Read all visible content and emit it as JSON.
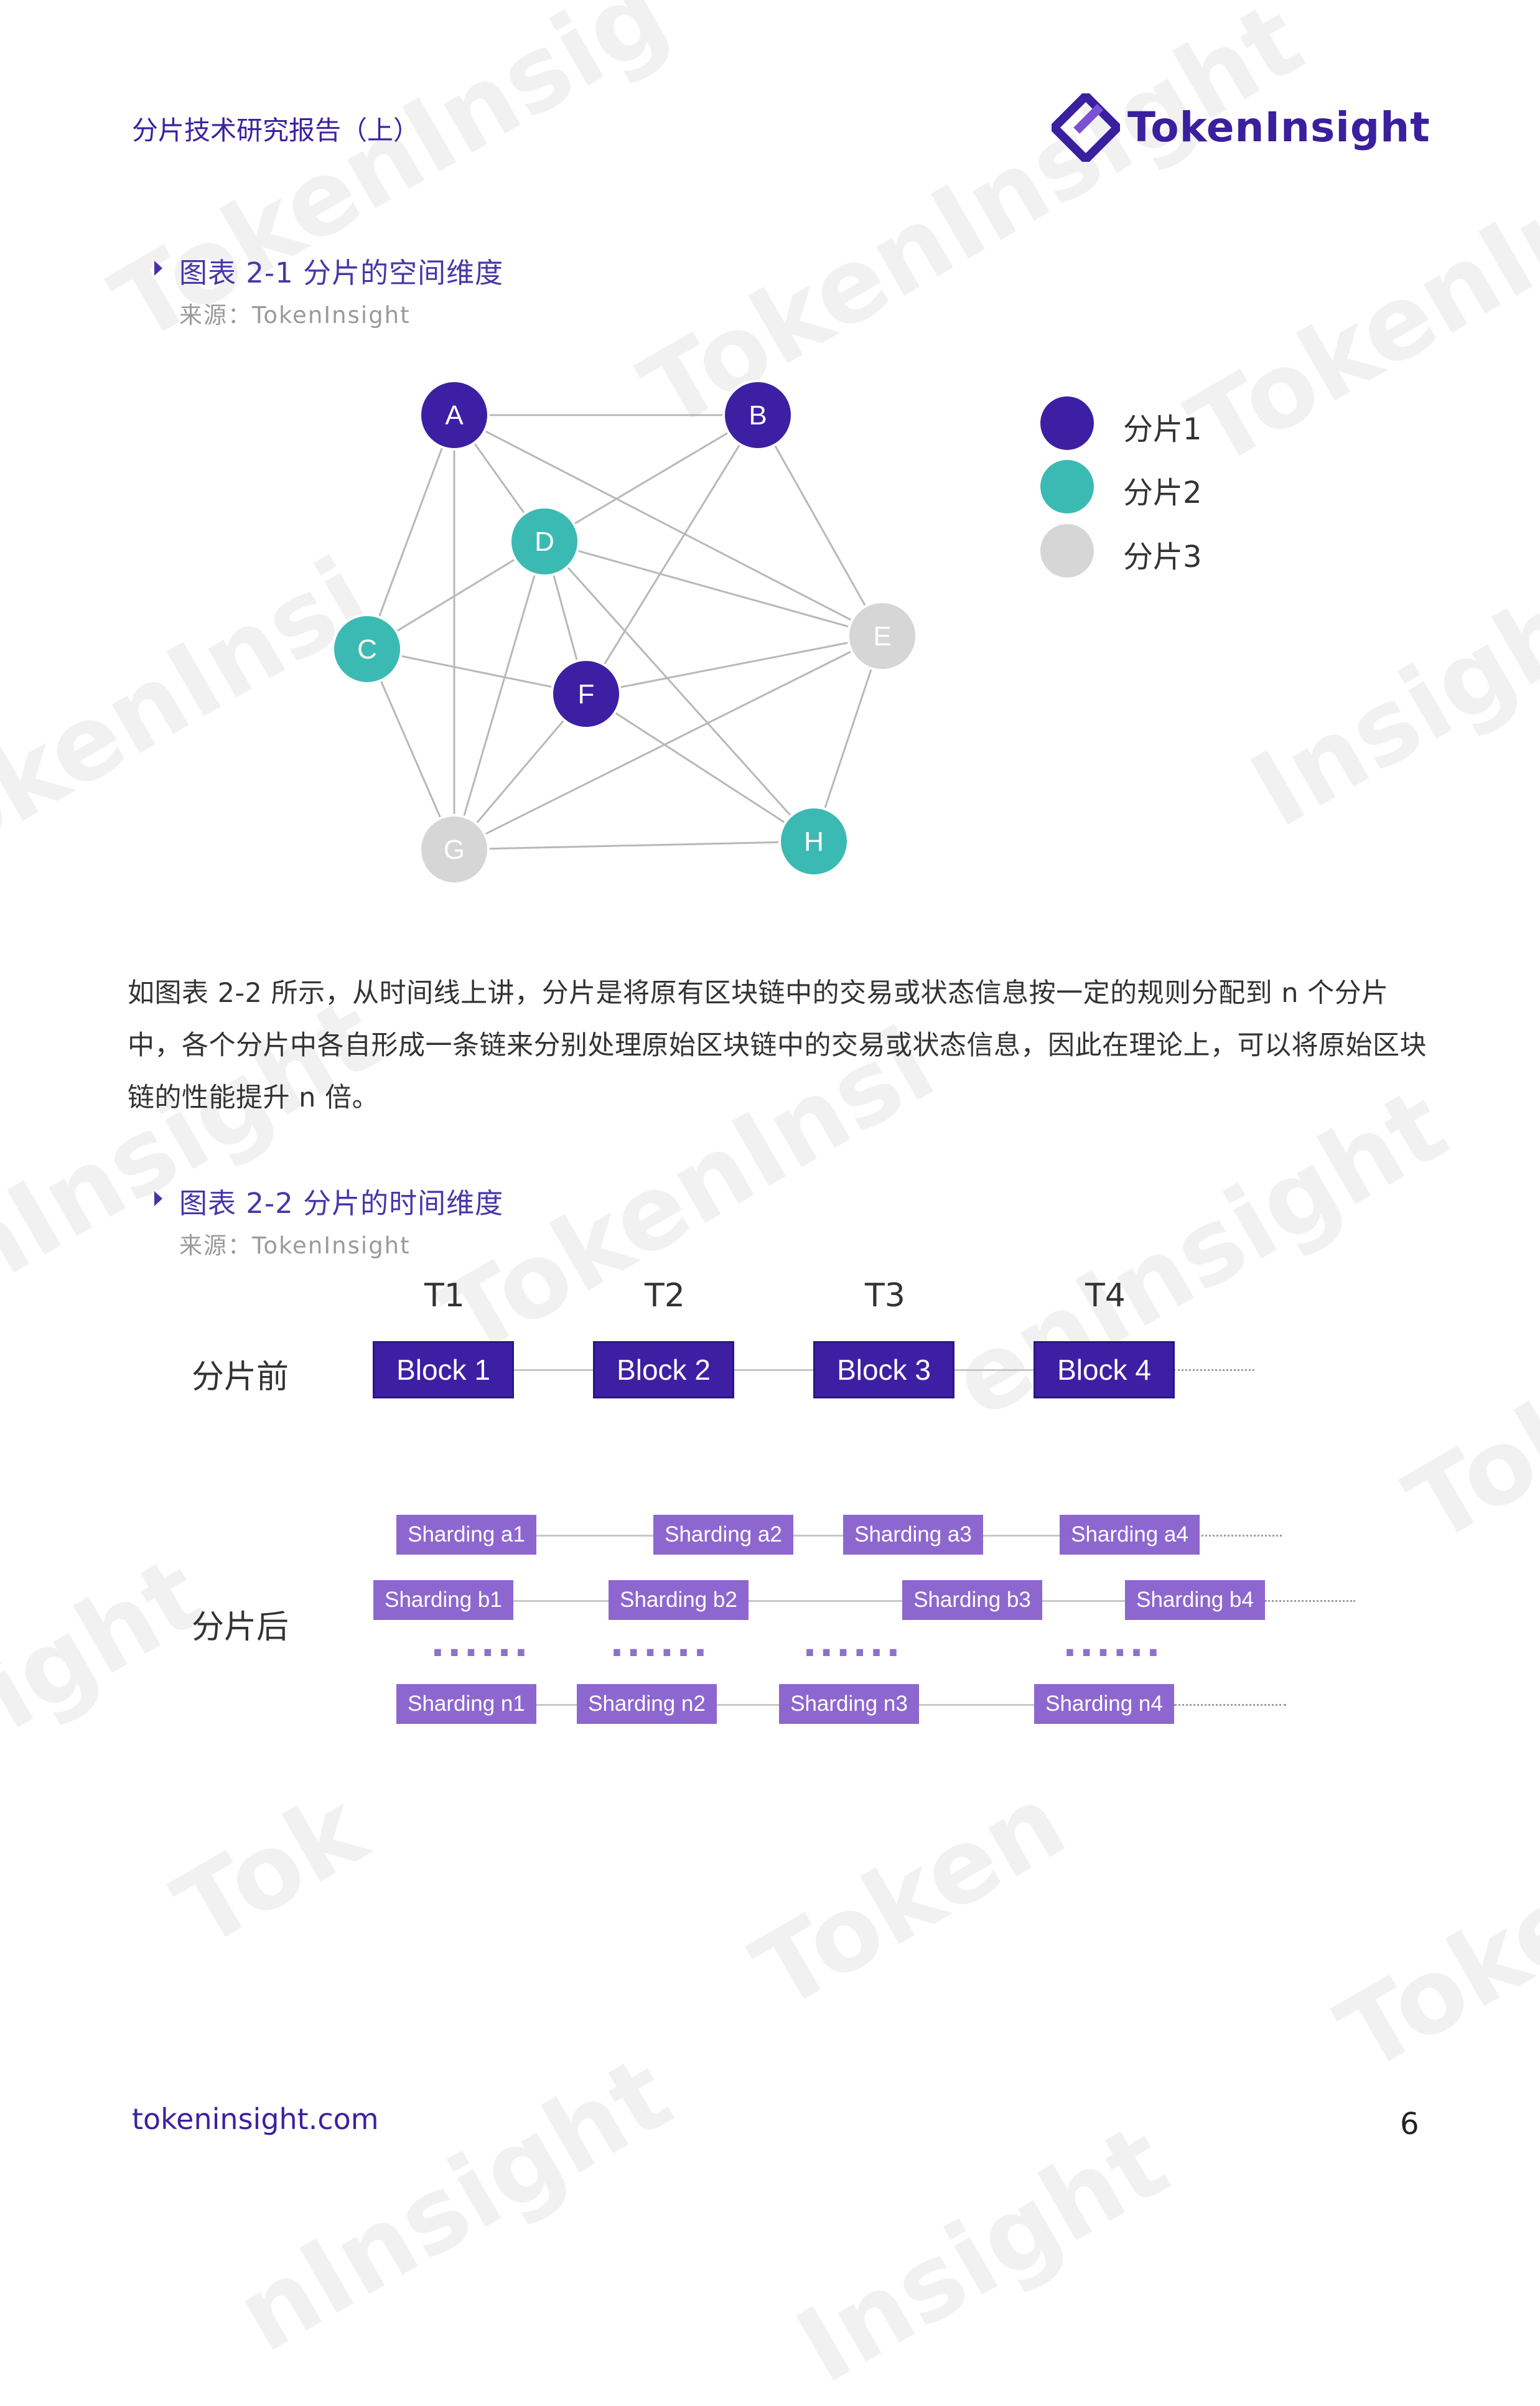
{
  "header": {
    "doc_title": "分片技术研究报告（上）",
    "logo_text": "TokenInsight"
  },
  "figure1": {
    "caption": "图表 2-1 分片的空间维度",
    "source": "来源：TokenInsight",
    "nodes": [
      {
        "id": "A",
        "shard": 1
      },
      {
        "id": "B",
        "shard": 1
      },
      {
        "id": "C",
        "shard": 2
      },
      {
        "id": "D",
        "shard": 2
      },
      {
        "id": "E",
        "shard": 3
      },
      {
        "id": "F",
        "shard": 1
      },
      {
        "id": "G",
        "shard": 3
      },
      {
        "id": "H",
        "shard": 2
      }
    ],
    "edges": [
      [
        "A",
        "B"
      ],
      [
        "A",
        "C"
      ],
      [
        "A",
        "D"
      ],
      [
        "A",
        "G"
      ],
      [
        "A",
        "E"
      ],
      [
        "B",
        "D"
      ],
      [
        "B",
        "E"
      ],
      [
        "B",
        "F"
      ],
      [
        "C",
        "D"
      ],
      [
        "C",
        "F"
      ],
      [
        "C",
        "G"
      ],
      [
        "D",
        "E"
      ],
      [
        "D",
        "F"
      ],
      [
        "D",
        "G"
      ],
      [
        "D",
        "H"
      ],
      [
        "E",
        "F"
      ],
      [
        "E",
        "G"
      ],
      [
        "E",
        "H"
      ],
      [
        "F",
        "G"
      ],
      [
        "F",
        "H"
      ],
      [
        "G",
        "H"
      ]
    ],
    "legend": [
      {
        "label": "分片1",
        "color": "#3d1fa3"
      },
      {
        "label": "分片2",
        "color": "#3bbab3"
      },
      {
        "label": "分片3",
        "color": "#d6d6d6"
      }
    ],
    "colors": {
      "shard1": "#3d1fa3",
      "shard2": "#3bbab3",
      "shard3": "#d6d6d6"
    }
  },
  "paragraph": "如图表 2-2 所示，从时间线上讲，分片是将原有区块链中的交易或状态信息按一定的规则分配到 n 个分片中，各个分片中各自形成一条链来分别处理原始区块链中的交易或状态信息，因此在理论上，可以将原始区块链的性能提升 n 倍。",
  "figure2": {
    "caption": "图表 2-2 分片的时间维度",
    "source": "来源：TokenInsight",
    "times": [
      "T1",
      "T2",
      "T3",
      "T4"
    ],
    "before_label": "分片前",
    "after_label": "分片后",
    "blocks": [
      "Block 1",
      "Block 2",
      "Block 3",
      "Block 4"
    ],
    "shard_a": [
      "Sharding a1",
      "Sharding a2",
      "Sharding a3",
      "Sharding a4"
    ],
    "shard_b": [
      "Sharding b1",
      "Sharding b2",
      "Sharding b3",
      "Sharding b4"
    ],
    "shard_n": [
      "Sharding n1",
      "Sharding n2",
      "Sharding n3",
      "Sharding n4"
    ],
    "ellipsis": "......"
  },
  "footer": {
    "url": "tokeninsight.com",
    "page": "6"
  }
}
